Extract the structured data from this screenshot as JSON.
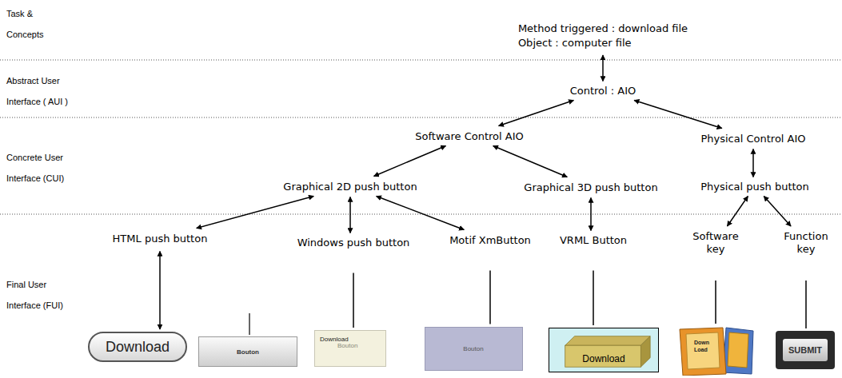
{
  "diagram": {
    "nodes": [
      {
        "text": [
          "Method triggered : download file",
          "Object : computer file"
        ]
      },
      {
        "text": [
          "Control : AIO"
        ]
      },
      {
        "text": [
          "Software Control AIO"
        ]
      },
      {
        "text": [
          "Physical Control AIO"
        ]
      },
      {
        "text": [
          "Graphical 2D push button"
        ]
      },
      {
        "text": [
          "Graphical 3D push button"
        ]
      },
      {
        "text": [
          "Physical push button"
        ]
      },
      {
        "text": [
          "HTML push button"
        ]
      },
      {
        "text": [
          "Windows push button"
        ]
      },
      {
        "text": [
          "Motif XmButton"
        ]
      },
      {
        "text": [
          "VRML Button"
        ]
      },
      {
        "text": [
          "Software key"
        ]
      },
      {
        "text": [
          "Function key"
        ]
      },
      {
        "text": [
          "Download"
        ]
      },
      {
        "text": [
          "Bouton"
        ]
      },
      {
        "text": [
          "Download",
          "Bouton"
        ]
      },
      {
        "text": [
          "Bouton"
        ]
      },
      {
        "text": [
          "Download"
        ]
      },
      {
        "text": [
          "Down Load"
        ]
      },
      {
        "text": [
          "SUBMIT"
        ]
      }
    ],
    "edges": [
      {
        "from": 0,
        "to": 1,
        "arrow": "both"
      },
      {
        "from": 1,
        "to": 2,
        "arrow": "both"
      },
      {
        "from": 1,
        "to": 3,
        "arrow": "both"
      },
      {
        "from": 2,
        "to": 4,
        "arrow": "both"
      },
      {
        "from": 2,
        "to": 5,
        "arrow": "both"
      },
      {
        "from": 3,
        "to": 6,
        "arrow": "both"
      },
      {
        "from": 4,
        "to": 7,
        "arrow": "both"
      },
      {
        "from": 4,
        "to": 8,
        "arrow": "both"
      },
      {
        "from": 4,
        "to": 9,
        "arrow": "both"
      },
      {
        "from": 5,
        "to": 10,
        "arrow": "both"
      },
      {
        "from": 6,
        "to": 11,
        "arrow": "both"
      },
      {
        "from": 6,
        "to": 12,
        "arrow": "both"
      },
      {
        "from": 7,
        "to": 13,
        "arrow": "both"
      },
      {
        "from": 8,
        "to": 15,
        "arrow": "none"
      },
      {
        "from": 9,
        "to": 16,
        "arrow": "none"
      },
      {
        "from": 10,
        "to": 17,
        "arrow": "none"
      },
      {
        "from": 11,
        "to": 18,
        "arrow": "none"
      },
      {
        "from": 12,
        "to": 19,
        "arrow": "none"
      }
    ],
    "labels": [
      "Task & Concepts",
      "Abstract User Interface ( AUI )",
      "Concrete User Interface (CUI)",
      "Final User Interface (FUI)"
    ]
  }
}
